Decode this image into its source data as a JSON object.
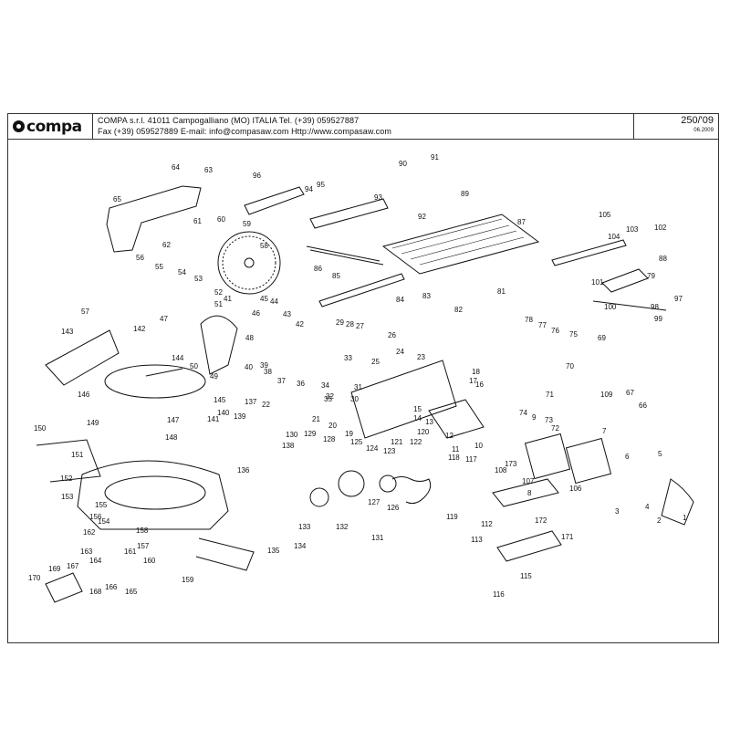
{
  "header": {
    "brand": "compa",
    "line1": "COMPA s.r.l. 41011 Campogalliano (MO) ITALIA Tel. (+39) 059527887",
    "line2": "Fax (+39) 059527889 E-mail: info@compasaw.com Http://www.compasaw.com",
    "drawing_code": "250/'09",
    "date": "06.2009"
  },
  "diagram": {
    "type": "exploded-parts-view",
    "callouts": [
      "1",
      "2",
      "3",
      "4",
      "5",
      "6",
      "7",
      "8",
      "9",
      "10",
      "11",
      "12",
      "13",
      "14",
      "15",
      "16",
      "17",
      "18",
      "19",
      "20",
      "21",
      "22",
      "23",
      "24",
      "25",
      "26",
      "27",
      "28",
      "29",
      "30",
      "31",
      "32",
      "33",
      "34",
      "35",
      "36",
      "37",
      "38",
      "39",
      "40",
      "41",
      "42",
      "43",
      "44",
      "45",
      "46",
      "47",
      "48",
      "49",
      "50",
      "51",
      "52",
      "53",
      "54",
      "55",
      "56",
      "57",
      "58",
      "59",
      "60",
      "61",
      "62",
      "63",
      "64",
      "65",
      "66",
      "67",
      "69",
      "70",
      "71",
      "72",
      "73",
      "74",
      "75",
      "76",
      "77",
      "78",
      "79",
      "81",
      "82",
      "83",
      "84",
      "85",
      "86",
      "87",
      "88",
      "89",
      "90",
      "91",
      "92",
      "93",
      "94",
      "95",
      "96",
      "97",
      "98",
      "99",
      "100",
      "101",
      "102",
      "103",
      "104",
      "105",
      "106",
      "107",
      "108",
      "109",
      "112",
      "113",
      "115",
      "116",
      "117",
      "118",
      "119",
      "120",
      "121",
      "122",
      "123",
      "124",
      "125",
      "126",
      "127",
      "128",
      "129",
      "130",
      "131",
      "132",
      "133",
      "134",
      "135",
      "136",
      "137",
      "138",
      "139",
      "140",
      "141",
      "142",
      "143",
      "144",
      "145",
      "146",
      "147",
      "148",
      "149",
      "150",
      "151",
      "152",
      "153",
      "154",
      "155",
      "156",
      "157",
      "158",
      "159",
      "160",
      "161",
      "162",
      "163",
      "164",
      "165",
      "166",
      "167",
      "168",
      "169",
      "170",
      "171",
      "172",
      "173"
    ]
  }
}
